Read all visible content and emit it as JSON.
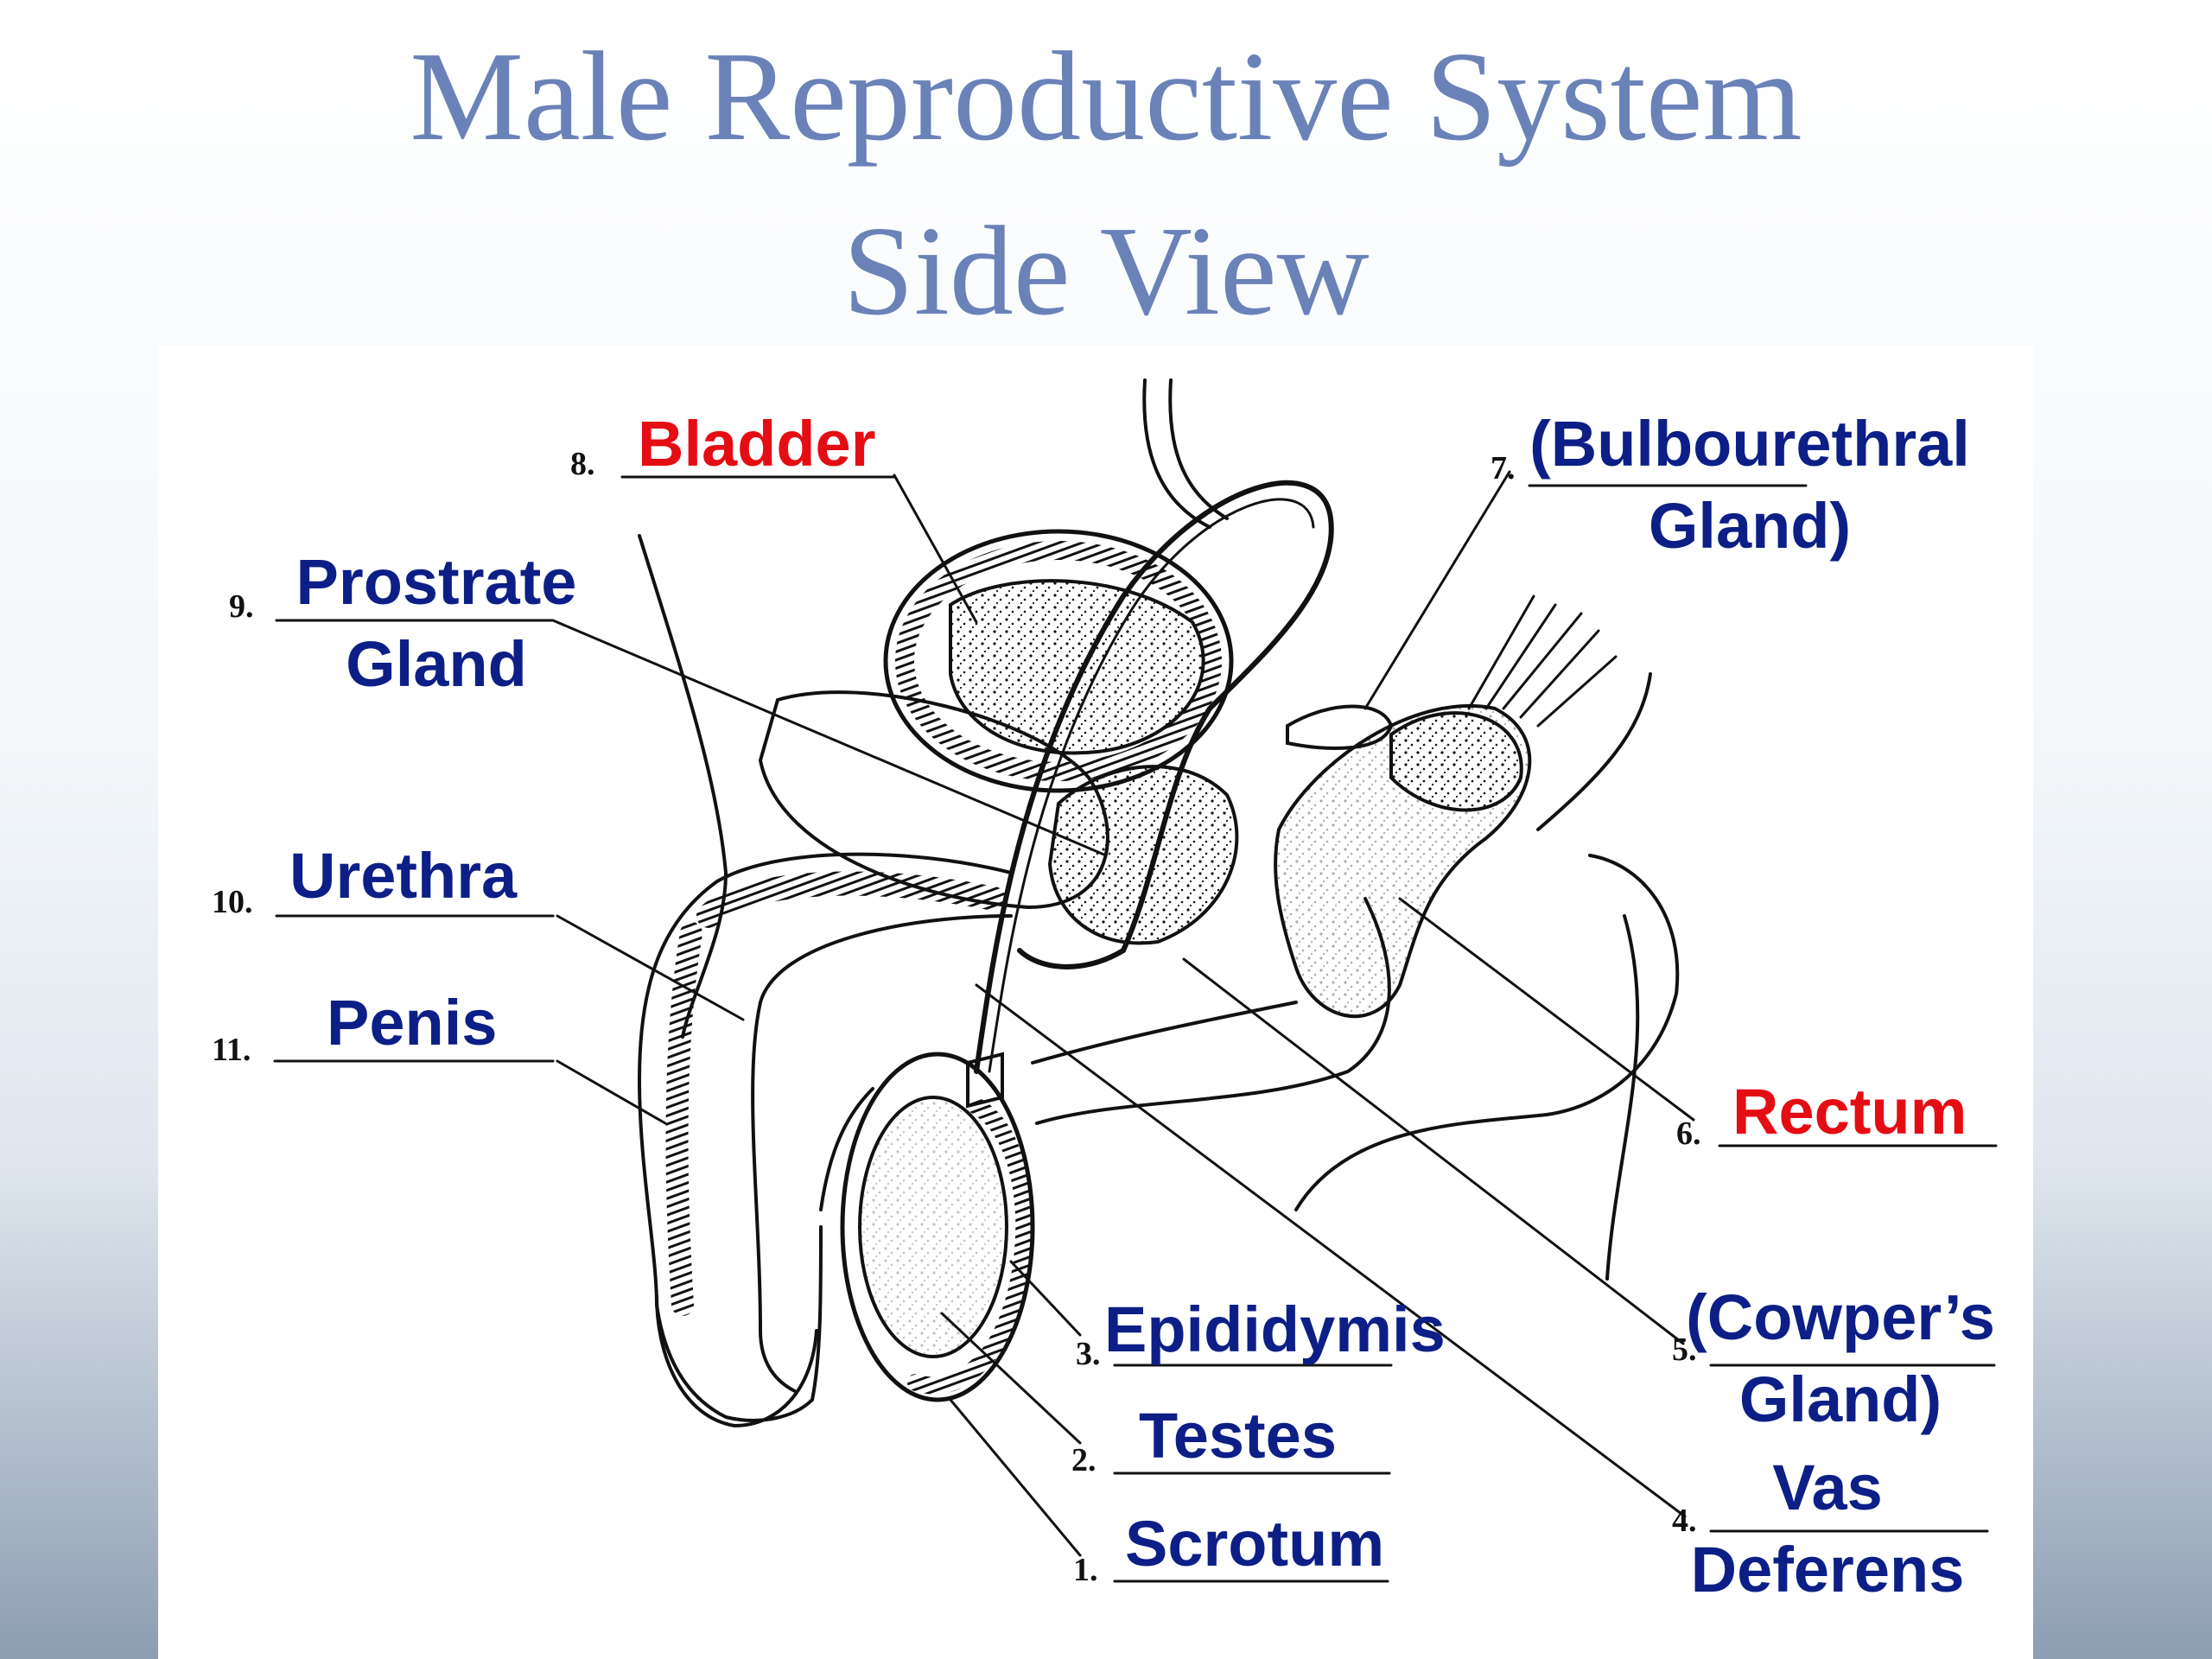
{
  "title": {
    "line1": "Male Reproductive System",
    "line2": "Side View"
  },
  "labels": [
    {
      "num": "1.",
      "text": [
        "Scrotum"
      ],
      "color": "#0d1f86"
    },
    {
      "num": "2.",
      "text": [
        "Testes"
      ],
      "color": "#0d1f86"
    },
    {
      "num": "3.",
      "text": [
        "Epididymis"
      ],
      "color": "#0d1f86"
    },
    {
      "num": "4.",
      "text": [
        "Vas",
        "Deferens"
      ],
      "color": "#0d1f86"
    },
    {
      "num": "5.",
      "text": [
        "(Cowper’s",
        "Gland)"
      ],
      "color": "#0d1f86"
    },
    {
      "num": "6.",
      "text": [
        "Rectum"
      ],
      "color": "#e50d14"
    },
    {
      "num": "7.",
      "text": [
        "(Bulbourethral",
        "Gland)"
      ],
      "color": "#0d1f86"
    },
    {
      "num": "8.",
      "text": [
        "Bladder"
      ],
      "color": "#e50d14"
    },
    {
      "num": "9.",
      "text": [
        "Prostrate",
        "Gland"
      ],
      "color": "#0d1f86"
    },
    {
      "num": "10.",
      "text": [
        "Urethra"
      ],
      "color": "#0d1f86"
    },
    {
      "num": "11.",
      "text": [
        "Penis"
      ],
      "color": "#0d1f86"
    }
  ]
}
